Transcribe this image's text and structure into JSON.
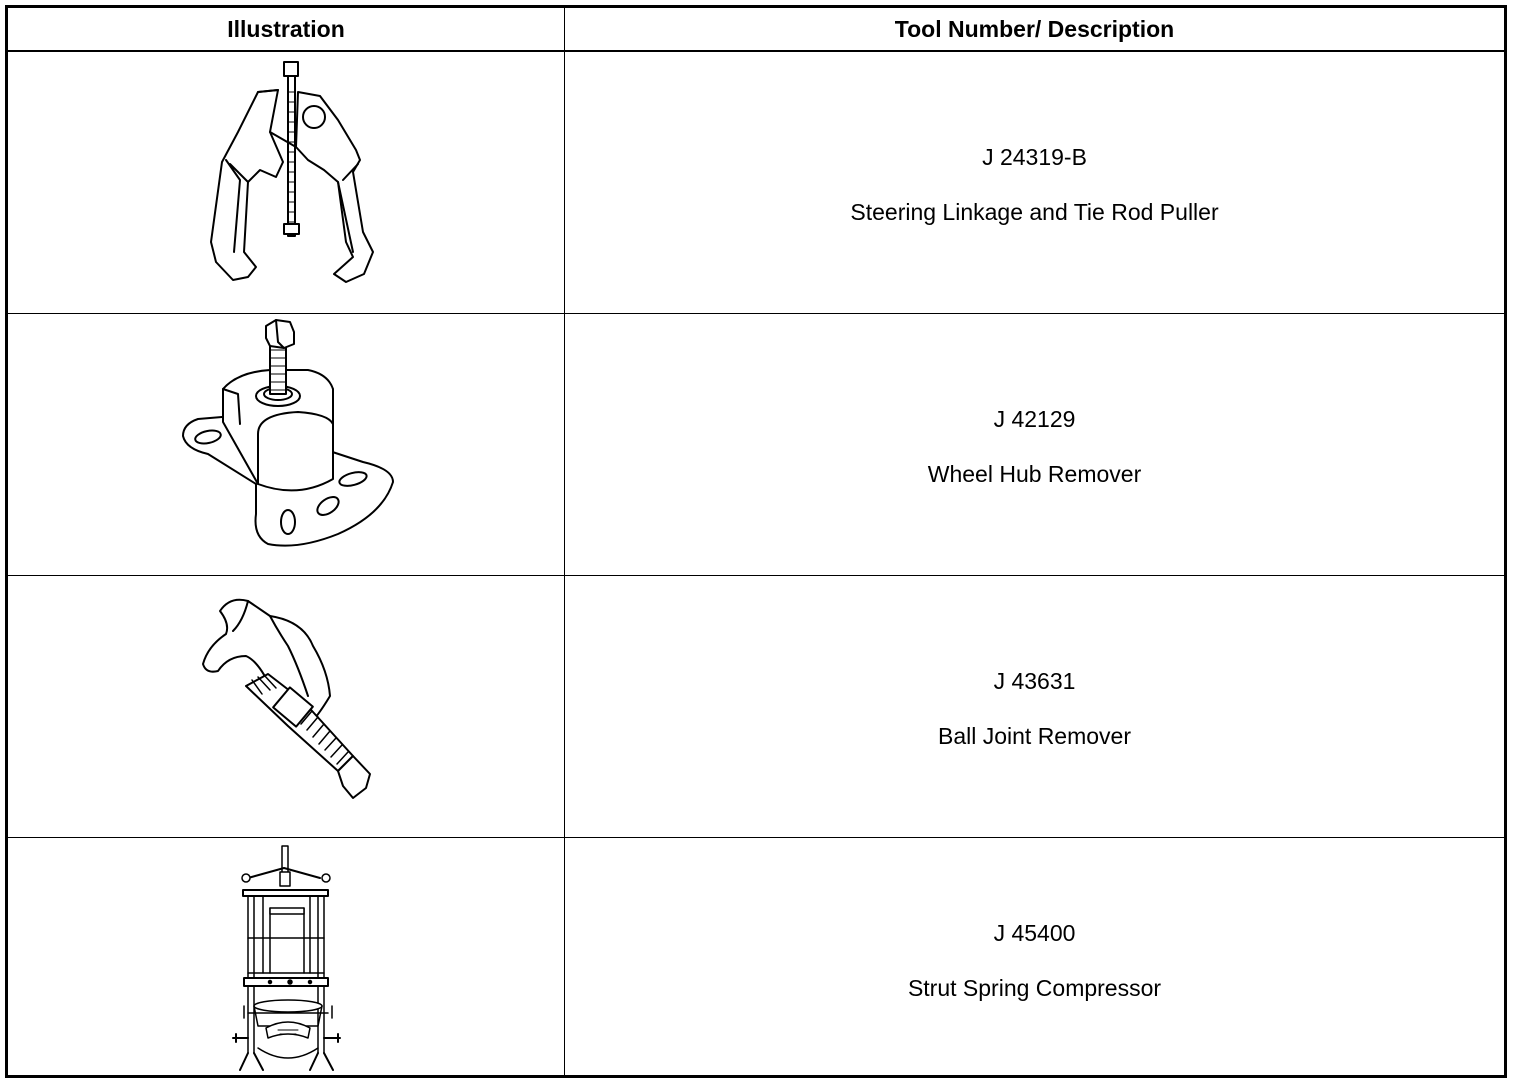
{
  "table": {
    "headers": {
      "illustration": "Illustration",
      "tool": "Tool Number/ Description"
    },
    "rows": [
      {
        "illustration_icon": "steering-linkage-tie-rod-puller-drawing",
        "tool_number": "J 24319-B",
        "description": "Steering Linkage and Tie Rod Puller"
      },
      {
        "illustration_icon": "wheel-hub-remover-drawing",
        "tool_number": "J 42129",
        "description": "Wheel Hub Remover"
      },
      {
        "illustration_icon": "ball-joint-remover-drawing",
        "tool_number": "J 43631",
        "description": "Ball Joint Remover"
      },
      {
        "illustration_icon": "strut-spring-compressor-drawing",
        "tool_number": "J 45400",
        "description": "Strut Spring Compressor"
      }
    ]
  }
}
